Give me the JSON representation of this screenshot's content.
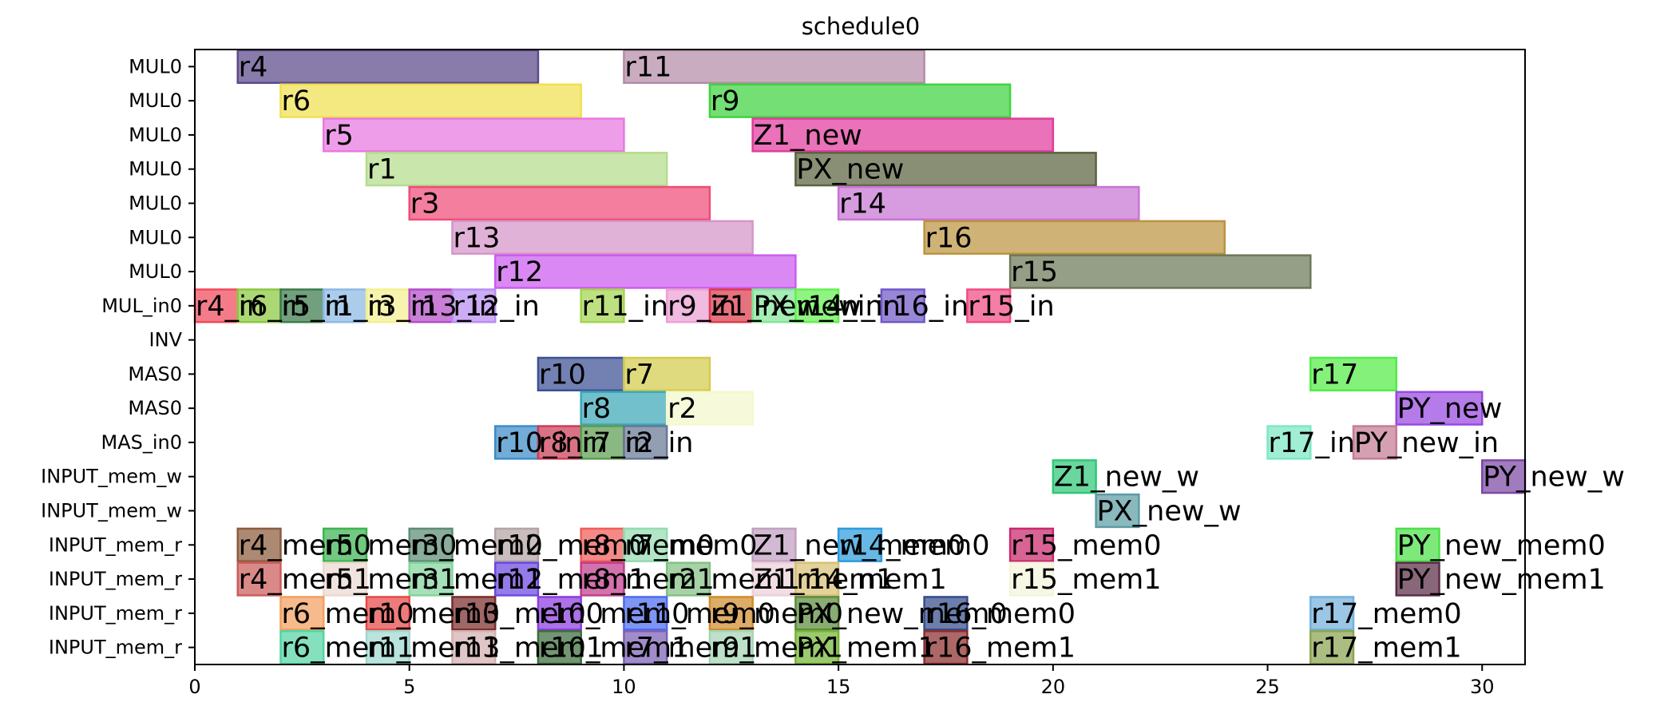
{
  "chart_data": {
    "type": "gantt",
    "title": "schedule0",
    "xlabel": "",
    "ylabel": "",
    "xlim": [
      0,
      31
    ],
    "x_ticks": [
      0,
      5,
      10,
      15,
      20,
      25,
      30
    ],
    "grid": false,
    "rows": [
      "MUL0",
      "MUL0",
      "MUL0",
      "MUL0",
      "MUL0",
      "MUL0",
      "MUL0",
      "MUL_in0",
      "INV",
      "MAS0",
      "MAS0",
      "MAS_in0",
      "INPUT_mem_w",
      "INPUT_mem_w",
      "INPUT_mem_r",
      "INPUT_mem_r",
      "INPUT_mem_r",
      "INPUT_mem_r"
    ],
    "tasks": [
      {
        "row": 0,
        "start": 1,
        "end": 8,
        "label": "r4",
        "color": "#5c4a8a"
      },
      {
        "row": 0,
        "start": 10,
        "end": 17,
        "label": "r11",
        "color": "#b48ca8"
      },
      {
        "row": 1,
        "start": 2,
        "end": 9,
        "label": "r6",
        "color": "#f0e050"
      },
      {
        "row": 1,
        "start": 12,
        "end": 19,
        "label": "r9",
        "color": "#3ed23e"
      },
      {
        "row": 2,
        "start": 3,
        "end": 10,
        "label": "r5",
        "color": "#e878e0"
      },
      {
        "row": 2,
        "start": 13,
        "end": 20,
        "label": "Z1_new",
        "color": "#e03c9c"
      },
      {
        "row": 3,
        "start": 4,
        "end": 11,
        "label": "r1",
        "color": "#b4dc8c"
      },
      {
        "row": 3,
        "start": 14,
        "end": 21,
        "label": "PX_new",
        "color": "#5a6440"
      },
      {
        "row": 4,
        "start": 5,
        "end": 12,
        "label": "r3",
        "color": "#ee4c78"
      },
      {
        "row": 4,
        "start": 15,
        "end": 22,
        "label": "r14",
        "color": "#c874d4"
      },
      {
        "row": 5,
        "start": 6,
        "end": 13,
        "label": "r13",
        "color": "#d694c8"
      },
      {
        "row": 5,
        "start": 17,
        "end": 24,
        "label": "r16",
        "color": "#bc9440"
      },
      {
        "row": 6,
        "start": 7,
        "end": 14,
        "label": "r12",
        "color": "#cc5cf0"
      },
      {
        "row": 6,
        "start": 19,
        "end": 26,
        "label": "r15",
        "color": "#6c7858"
      },
      {
        "row": 7,
        "start": 0,
        "end": 1,
        "label": "r4_in",
        "color": "#f04a5c"
      },
      {
        "row": 7,
        "start": 1,
        "end": 2,
        "label": "r6_in",
        "color": "#8cc840"
      },
      {
        "row": 7,
        "start": 2,
        "end": 3,
        "label": "r5_in",
        "color": "#3c7c4c"
      },
      {
        "row": 7,
        "start": 3,
        "end": 4,
        "label": "r1_in",
        "color": "#8cb8e4"
      },
      {
        "row": 7,
        "start": 4,
        "end": 5,
        "label": "r3_in",
        "color": "#f4f090"
      },
      {
        "row": 7,
        "start": 5,
        "end": 6,
        "label": "r13_in",
        "color": "#b44cc8"
      },
      {
        "row": 7,
        "start": 6,
        "end": 7,
        "label": "r12_in",
        "color": "#b88cf0"
      },
      {
        "row": 7,
        "start": 9,
        "end": 10,
        "label": "r11_in",
        "color": "#a4d450"
      },
      {
        "row": 7,
        "start": 11,
        "end": 12,
        "label": "r9_in",
        "color": "#eca0d4"
      },
      {
        "row": 7,
        "start": 12,
        "end": 13,
        "label": "Z1_new_in",
        "color": "#dc3c4c"
      },
      {
        "row": 7,
        "start": 13,
        "end": 14,
        "label": "PX_new_in",
        "color": "#84e498"
      },
      {
        "row": 7,
        "start": 14,
        "end": 15,
        "label": "r14_in",
        "color": "#64f050"
      },
      {
        "row": 7,
        "start": 16,
        "end": 17,
        "label": "r16_in",
        "color": "#7058c8"
      },
      {
        "row": 7,
        "start": 18,
        "end": 19,
        "label": "r15_in",
        "color": "#f04c84"
      },
      {
        "row": 9,
        "start": 8,
        "end": 10,
        "label": "r10",
        "color": "#3c5094"
      },
      {
        "row": 9,
        "start": 10,
        "end": 12,
        "label": "r7",
        "color": "#d4cc4c"
      },
      {
        "row": 9,
        "start": 26,
        "end": 28,
        "label": "r17",
        "color": "#54ec48"
      },
      {
        "row": 10,
        "start": 9,
        "end": 11,
        "label": "r8",
        "color": "#3ca8b8"
      },
      {
        "row": 10,
        "start": 11,
        "end": 13,
        "label": "r2",
        "color": "#f4f8cc"
      },
      {
        "row": 10,
        "start": 28,
        "end": 30,
        "label": "PY_new",
        "color": "#9848e0"
      },
      {
        "row": 11,
        "start": 7,
        "end": 8,
        "label": "r10_in",
        "color": "#3c8cc8"
      },
      {
        "row": 11,
        "start": 8,
        "end": 9,
        "label": "r8_in",
        "color": "#cc3c58"
      },
      {
        "row": 11,
        "start": 9,
        "end": 10,
        "label": "r7_in",
        "color": "#5c9c50"
      },
      {
        "row": 11,
        "start": 10,
        "end": 11,
        "label": "r2_in",
        "color": "#687894"
      },
      {
        "row": 11,
        "start": 25,
        "end": 26,
        "label": "r17_in",
        "color": "#7ce8c4"
      },
      {
        "row": 11,
        "start": 27,
        "end": 28,
        "label": "PY_new_in",
        "color": "#c47c94"
      },
      {
        "row": 12,
        "start": 20,
        "end": 21,
        "label": "Z1_new_w",
        "color": "#30c878"
      },
      {
        "row": 12,
        "start": 30,
        "end": 31,
        "label": "PY_new_w",
        "color": "#7c48a4"
      },
      {
        "row": 13,
        "start": 21,
        "end": 22,
        "label": "PX_new_w",
        "color": "#5c9ca4"
      },
      {
        "row": 14,
        "start": 1,
        "end": 2,
        "label": "r4_mem0",
        "color": "#8c5c3c"
      },
      {
        "row": 14,
        "start": 3,
        "end": 4,
        "label": "r5_mem0",
        "color": "#3cb450"
      },
      {
        "row": 14,
        "start": 5,
        "end": 6,
        "label": "r3_mem0",
        "color": "#5c8c74"
      },
      {
        "row": 14,
        "start": 7,
        "end": 8,
        "label": "r12_mem0",
        "color": "#b4a4a4"
      },
      {
        "row": 14,
        "start": 9,
        "end": 10,
        "label": "r8_mem0",
        "color": "#f05c58"
      },
      {
        "row": 14,
        "start": 10,
        "end": 11,
        "label": "r7_mem0",
        "color": "#94dcb0"
      },
      {
        "row": 14,
        "start": 13,
        "end": 14,
        "label": "Z1_new_mem0",
        "color": "#c0a0c0"
      },
      {
        "row": 14,
        "start": 15,
        "end": 16,
        "label": "r14_mem0",
        "color": "#2c9cdc"
      },
      {
        "row": 14,
        "start": 19,
        "end": 20,
        "label": "r15_mem0",
        "color": "#c8286c"
      },
      {
        "row": 14,
        "start": 28,
        "end": 29,
        "label": "PY_new_mem0",
        "color": "#4ce048"
      },
      {
        "row": 15,
        "start": 1,
        "end": 2,
        "label": "r4_mem1",
        "color": "#cc5c5c"
      },
      {
        "row": 15,
        "start": 3,
        "end": 4,
        "label": "r5_mem1",
        "color": "#ecd8d0"
      },
      {
        "row": 15,
        "start": 5,
        "end": 6,
        "label": "r3_mem1",
        "color": "#84d49c"
      },
      {
        "row": 15,
        "start": 7,
        "end": 8,
        "label": "r12_mem1",
        "color": "#6c48e0"
      },
      {
        "row": 15,
        "start": 9,
        "end": 10,
        "label": "r8_mem1",
        "color": "#c03c8c"
      },
      {
        "row": 15,
        "start": 11,
        "end": 12,
        "label": "r2_mem1",
        "color": "#84c084"
      },
      {
        "row": 15,
        "start": 13,
        "end": 14,
        "label": "Z1_mem1",
        "color": "#ecd0d8"
      },
      {
        "row": 15,
        "start": 14,
        "end": 15,
        "label": "r14_mem1",
        "color": "#d8c074"
      },
      {
        "row": 15,
        "start": 19,
        "end": 20,
        "label": "r15_mem1",
        "color": "#f4f4dc"
      },
      {
        "row": 15,
        "start": 28,
        "end": 29,
        "label": "PY_new_mem1",
        "color": "#5c2c48"
      },
      {
        "row": 16,
        "start": 2,
        "end": 3,
        "label": "r6_mem0",
        "color": "#f4a060"
      },
      {
        "row": 16,
        "start": 4,
        "end": 5,
        "label": "r1_mem0",
        "color": "#e84848"
      },
      {
        "row": 16,
        "start": 6,
        "end": 7,
        "label": "r13_mem0",
        "color": "#7c2c2c"
      },
      {
        "row": 16,
        "start": 8,
        "end": 9,
        "label": "r10_mem0",
        "color": "#8c3ce0"
      },
      {
        "row": 16,
        "start": 10,
        "end": 11,
        "label": "r11_mem0",
        "color": "#4c6cf0"
      },
      {
        "row": 16,
        "start": 12,
        "end": 13,
        "label": "r9_mem0",
        "color": "#d08c2c"
      },
      {
        "row": 16,
        "start": 14,
        "end": 15,
        "label": "PX_new_mem0",
        "color": "#5c8c3c"
      },
      {
        "row": 16,
        "start": 17,
        "end": 18,
        "label": "r16_mem0",
        "color": "#344c8c"
      },
      {
        "row": 16,
        "start": 26,
        "end": 27,
        "label": "r17_mem0",
        "color": "#74b0dc"
      },
      {
        "row": 17,
        "start": 2,
        "end": 3,
        "label": "r6_mem1",
        "color": "#54d4a4"
      },
      {
        "row": 17,
        "start": 4,
        "end": 5,
        "label": "r1_mem1",
        "color": "#a0d8d0"
      },
      {
        "row": 17,
        "start": 6,
        "end": 7,
        "label": "r13_mem1",
        "color": "#d4b0b0"
      },
      {
        "row": 17,
        "start": 8,
        "end": 9,
        "label": "r10_mem1",
        "color": "#3c6c3c"
      },
      {
        "row": 17,
        "start": 10,
        "end": 11,
        "label": "r7_mem1",
        "color": "#7c60b4"
      },
      {
        "row": 17,
        "start": 12,
        "end": 13,
        "label": "r9_mem1",
        "color": "#a4d4b4"
      },
      {
        "row": 17,
        "start": 14,
        "end": 15,
        "label": "PX_mem1",
        "color": "#74b434"
      },
      {
        "row": 17,
        "start": 17,
        "end": 18,
        "label": "r16_mem1",
        "color": "#8c2c2c"
      },
      {
        "row": 17,
        "start": 26,
        "end": 27,
        "label": "r17_mem1",
        "color": "#8ca450"
      }
    ]
  }
}
